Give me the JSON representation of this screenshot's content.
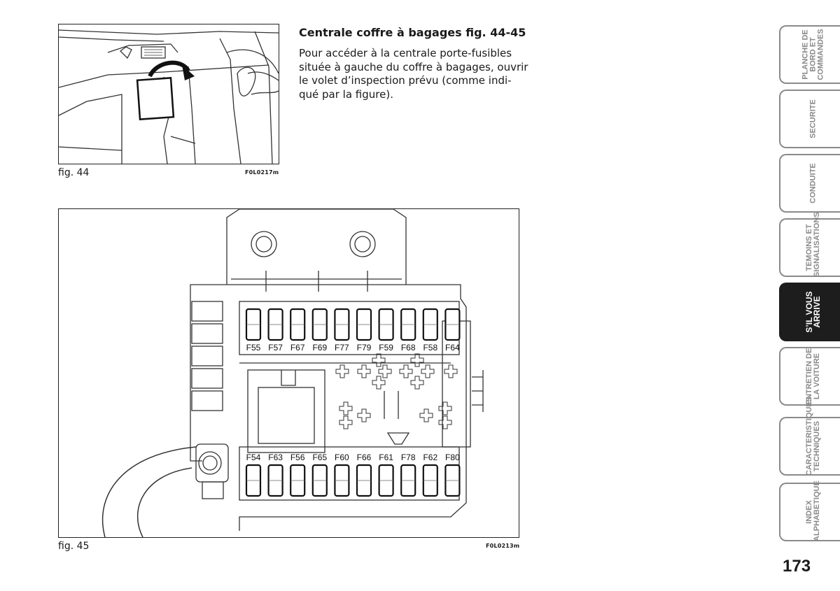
{
  "section": {
    "heading": "Centrale coffre à bagages fig. 44-45",
    "body_lines": [
      "Pour accéder à la centrale porte-fusibles",
      "située à gauche du coffre à bagages, ouvrir",
      "le volet d’inspection prévu (comme indi-",
      "qué par la figure)."
    ]
  },
  "figures": {
    "fig44": {
      "caption": "fig. 44",
      "code": "F0L0217m"
    },
    "fig45": {
      "caption": "fig. 45",
      "code": "F0L0213m"
    }
  },
  "fuse_box": {
    "top_labels": [
      "F55",
      "F57",
      "F67",
      "F69",
      "F77",
      "F79",
      "F59",
      "F68",
      "F58",
      "F64"
    ],
    "bottom_labels": [
      "F54",
      "F63",
      "F56",
      "F65",
      "F60",
      "F66",
      "F61",
      "F78",
      "F62",
      "F80"
    ]
  },
  "side_tabs": [
    {
      "lines": [
        "PLANCHE DE",
        "BORD ET",
        "COMMANDES"
      ],
      "active": false
    },
    {
      "lines": [
        "SECURITE"
      ],
      "active": false
    },
    {
      "lines": [
        "CONDUITE"
      ],
      "active": false
    },
    {
      "lines": [
        "TEMOINS ET",
        "SIGNALISATIONS"
      ],
      "active": false
    },
    {
      "lines": [
        "S’IL VOUS",
        "ARRIVE"
      ],
      "active": true
    },
    {
      "lines": [
        "ENTRETIEN DE",
        "LA VOITURE"
      ],
      "active": false
    },
    {
      "lines": [
        "CARACTERISTIQUES",
        "TECHNIQUES"
      ],
      "active": false
    },
    {
      "lines": [
        "INDEX",
        "ALPHABETIQUE"
      ],
      "active": false
    }
  ],
  "page_number": "173"
}
